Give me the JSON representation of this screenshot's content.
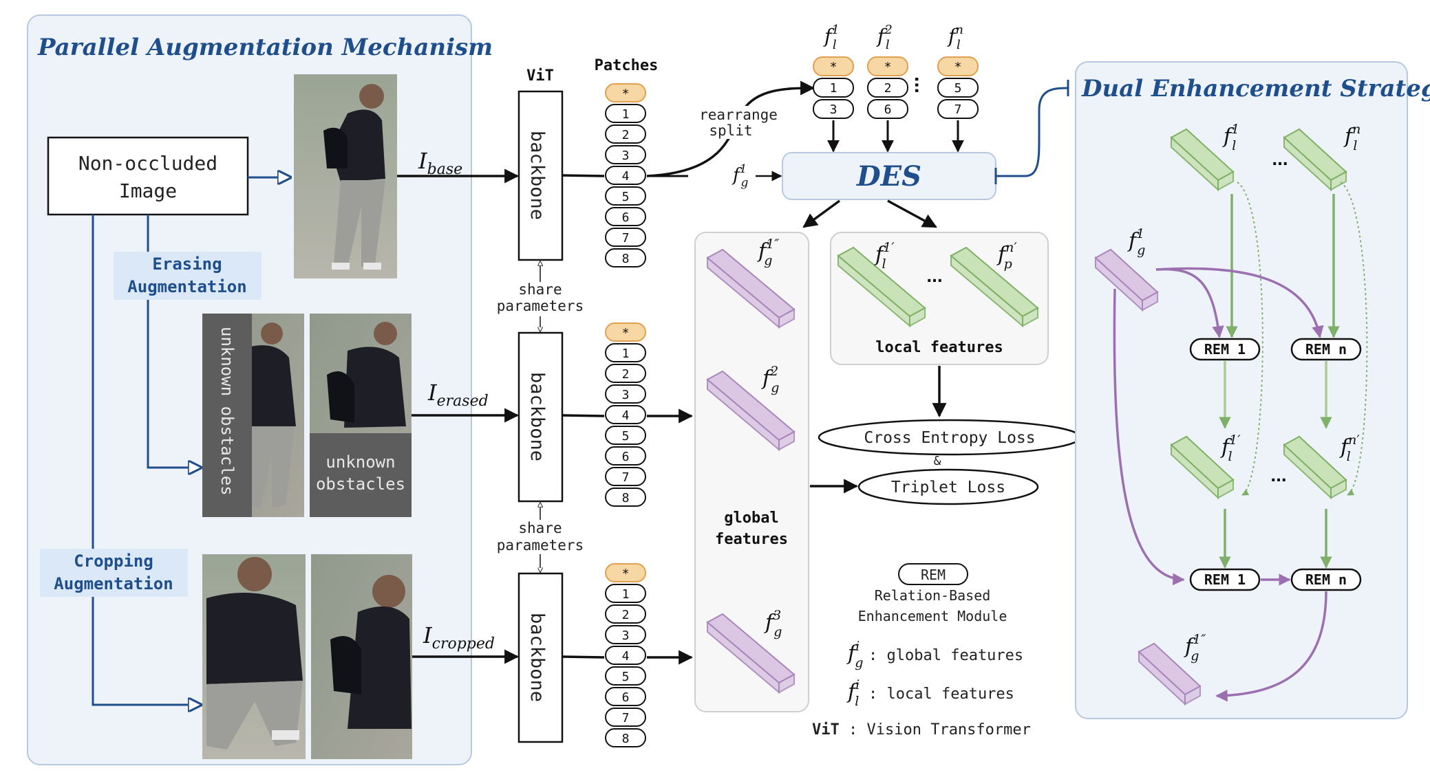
{
  "sections": {
    "pam_title": "Parallel Augmentation Mechanism",
    "des_title": "Dual Enhancement Strategy"
  },
  "pam": {
    "input_label_1": "Non-occluded",
    "input_label_2": "Image",
    "erasing_1": "Erasing",
    "erasing_2": "Augmentation",
    "cropping_1": "Cropping",
    "cropping_2": "Augmentation",
    "obstacle_vertical": "unknown obstacles",
    "obstacle_line1": "unknown",
    "obstacle_line2": "obstacles",
    "i_base": "base",
    "i_erased": "erased",
    "i_cropped": "cropped",
    "I": "I"
  },
  "vit": {
    "vit_label": "ViT",
    "patches_label": "Patches",
    "backbone": "backbone",
    "share_1": "share",
    "share_2": "parameters",
    "tokens": [
      "*",
      "1",
      "2",
      "3",
      "4",
      "5",
      "6",
      "7",
      "8"
    ],
    "rearrange": "rearrange",
    "split": "split",
    "groups": [
      [
        "*",
        "1",
        "3"
      ],
      [
        "*",
        "2",
        "6"
      ],
      [
        "*",
        "5",
        "7"
      ]
    ]
  },
  "mid": {
    "des": "DES",
    "local_features": "local features",
    "global_1": "global",
    "global_2": "features",
    "ce_loss": "Cross Entropy Loss",
    "amp": "&",
    "triplet_loss": "Triplet Loss",
    "ellipsis": "..."
  },
  "legend": {
    "rem": "REM",
    "rem_desc_1": "Relation-Based",
    "rem_desc_2": "Enhancement Module",
    "fg_desc": ": global features",
    "fl_desc": ": local features",
    "vit_key": "ViT",
    "vit_desc": " : Vision Transformer"
  },
  "des": {
    "rem1": "REM 1",
    "remn": "REM n",
    "ellipsis": "..."
  },
  "colors": {
    "blue": "#1f4e8c",
    "panel_bg": "#eef3fa",
    "panel_border": "#b7c9e0",
    "orange": "#f7d7a4",
    "orange_border": "#e0a050",
    "green_fill": "#c9e2b8",
    "green_stroke": "#7db064",
    "purple_fill": "#dbc6e4",
    "purple_stroke": "#a785b9",
    "purple_arrow": "#9b6fb0",
    "green_arrow": "#7fb069"
  }
}
